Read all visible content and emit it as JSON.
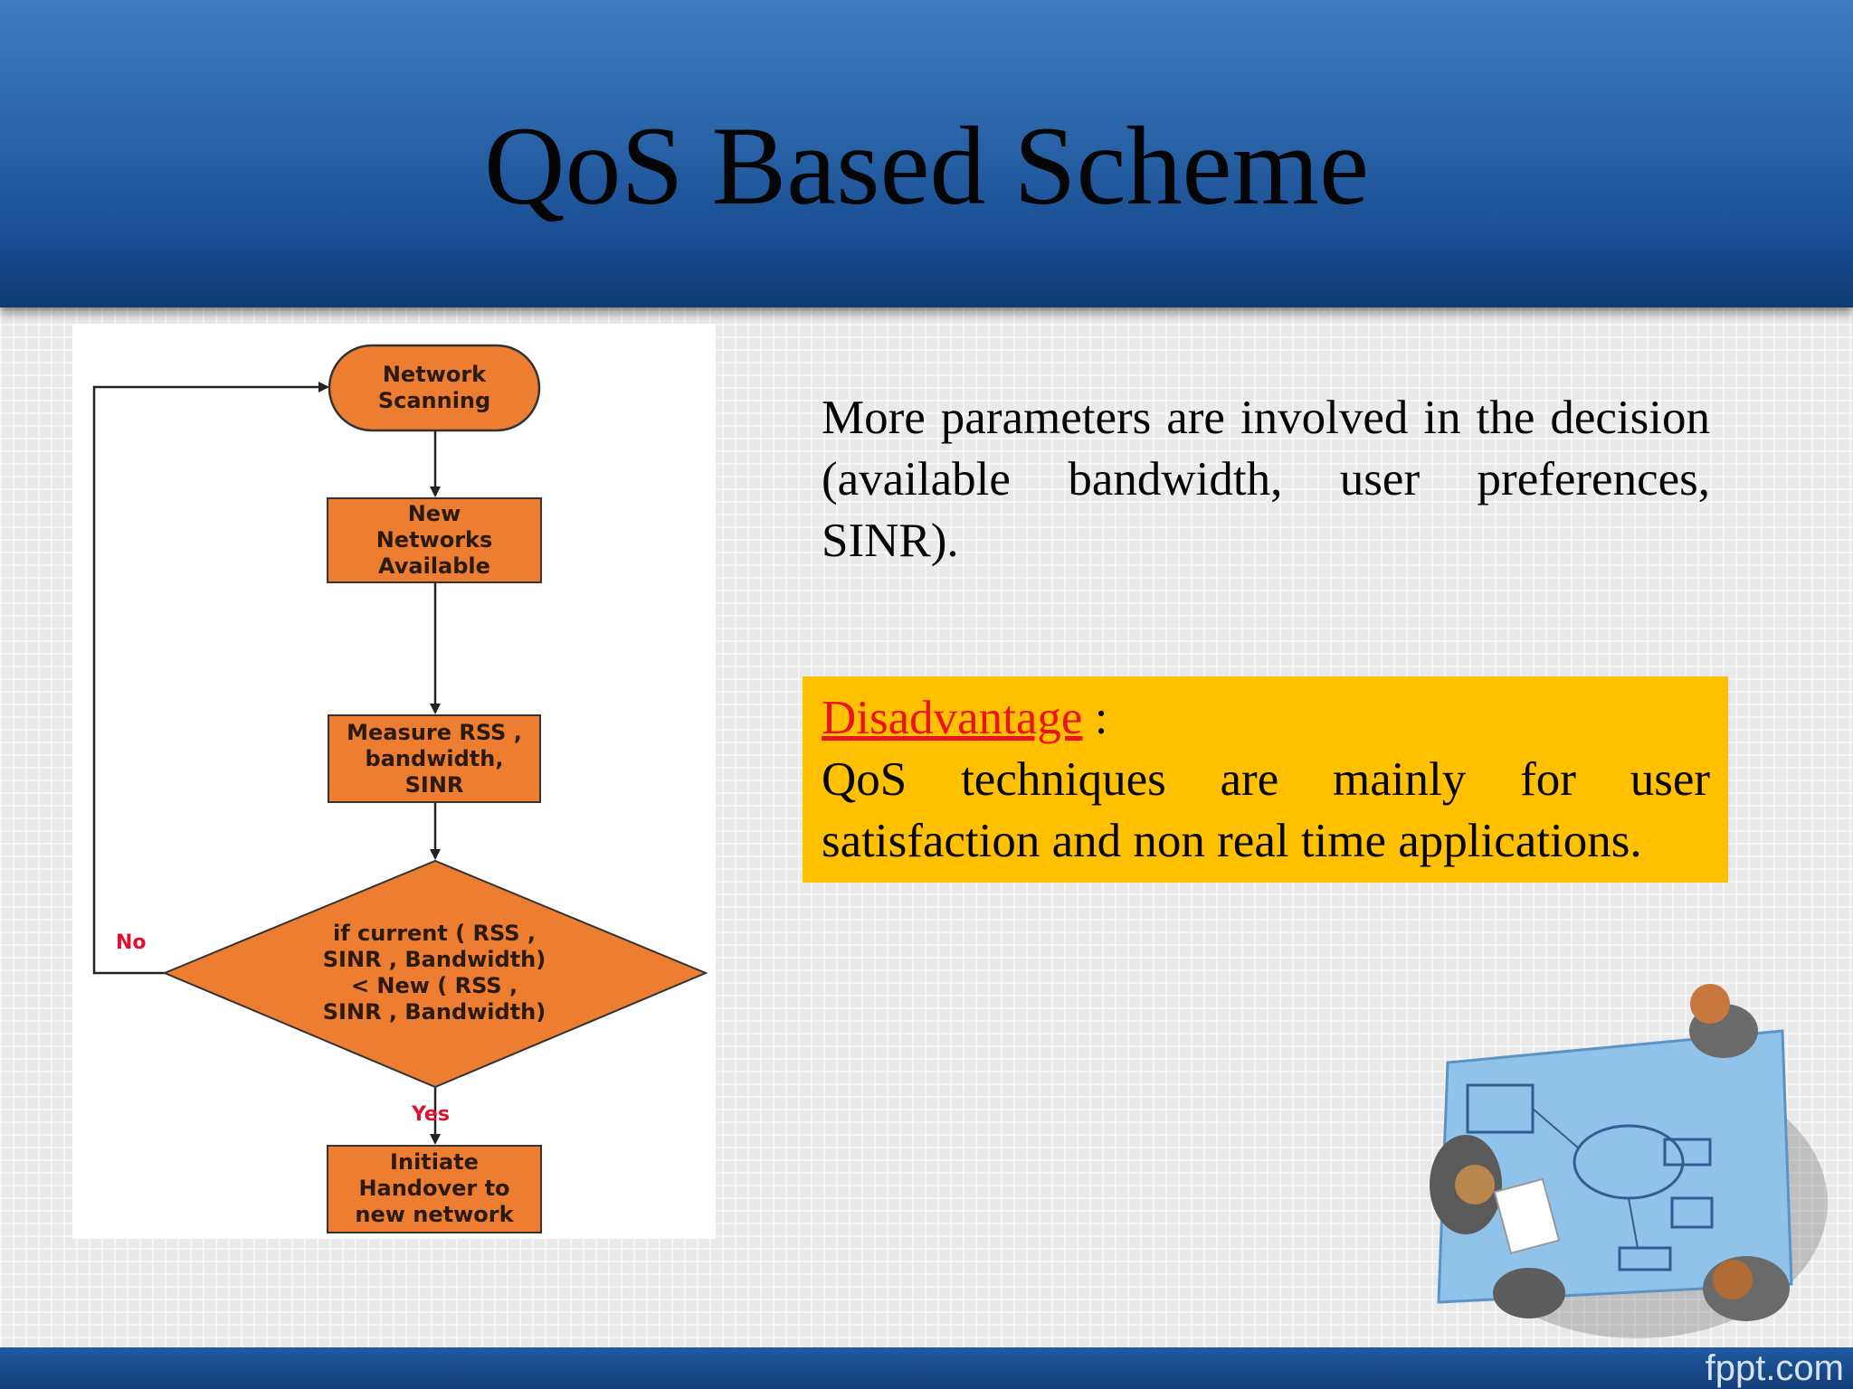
{
  "slide": {
    "title": "QoS Based Scheme",
    "brand": "fppt.com"
  },
  "flowchart": {
    "nodes": {
      "network_scanning": "Network\nScanning",
      "new_networks": "New\nNetworks\nAvailable",
      "measure": "Measure    RSS ,\nbandwidth,\nSINR",
      "decision": "if current (     RSS ,\nSINR   , Bandwidth)\n< New (    RSS ,\nSINR   , Bandwidth)",
      "initiate": "Initiate\nHandover to\nnew network"
    },
    "edges": {
      "no_label": "No",
      "yes_label": "Yes"
    }
  },
  "content": {
    "paragraph": "More parameters are involved in the decision (available bandwidth, user preferences, SINR).",
    "disadvantage_label": "Disadvantage",
    "disadvantage_colon": " :",
    "disadvantage_text": "QoS techniques are mainly for user satisfaction and non real time applications."
  },
  "colors": {
    "header_blue": "#2a63a8",
    "node_orange": "#ed7d31",
    "highlight_box": "#ffc000",
    "label_red": "#e8141e"
  }
}
